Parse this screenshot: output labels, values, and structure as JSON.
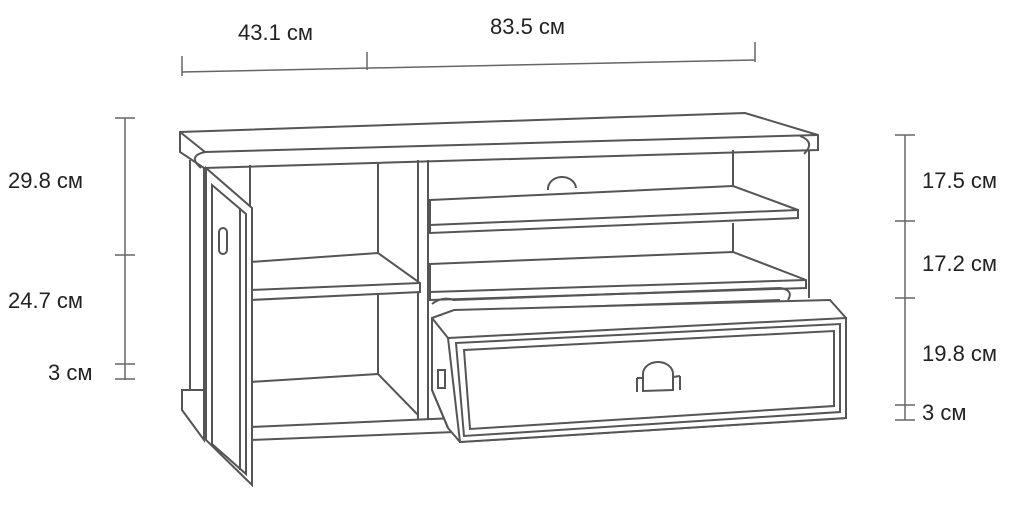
{
  "dimensions": {
    "depth_top": "43.1 см",
    "width_top": "83.5 см",
    "left_upper": "29.8 см",
    "left_middle": "24.7 см",
    "left_base": "3 см",
    "right_top": "17.5 см",
    "right_middle": "17.2 см",
    "right_drawer": "19.8 см",
    "right_base": "3 см"
  },
  "colors": {
    "line": "#555555",
    "text": "#222222",
    "background": "#ffffff"
  }
}
